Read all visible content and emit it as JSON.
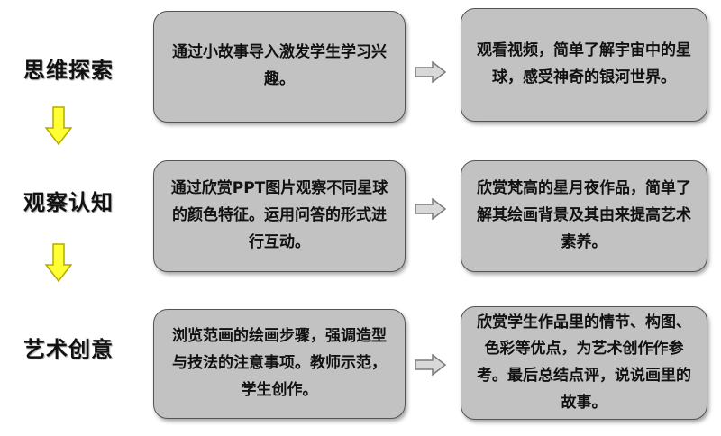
{
  "colors": {
    "box_fill": "#c2c2c2",
    "box_border": "#555555",
    "down_arrow_fill": "#ffff33",
    "down_arrow_stroke": "#b5a800",
    "right_arrow_fill": "#d8d8d8",
    "right_arrow_stroke": "#7a7a7a"
  },
  "stages": [
    {
      "label": "思维探索",
      "left_box": "通过小故事导入激发学生学习兴趣。",
      "right_box": "观看视频，简单了解宇宙中的星球，感受神奇的银河世界。"
    },
    {
      "label": "观察认知",
      "left_box": "通过欣赏PPT图片观察不同星球的颜色特征。运用问答的形式进行互动。",
      "right_box": "欣赏梵高的星月夜作品，简单了解其绘画背景及其由来提高艺术素养。"
    },
    {
      "label": "艺术创意",
      "left_box": "浏览范画的绘画步骤，强调造型与技法的注意事项。教师示范，学生创作。",
      "right_box": "欣赏学生作品里的情节、构图、色彩等优点，为艺术创作作参考。最后总结点评，说说画里的故事。"
    }
  ]
}
